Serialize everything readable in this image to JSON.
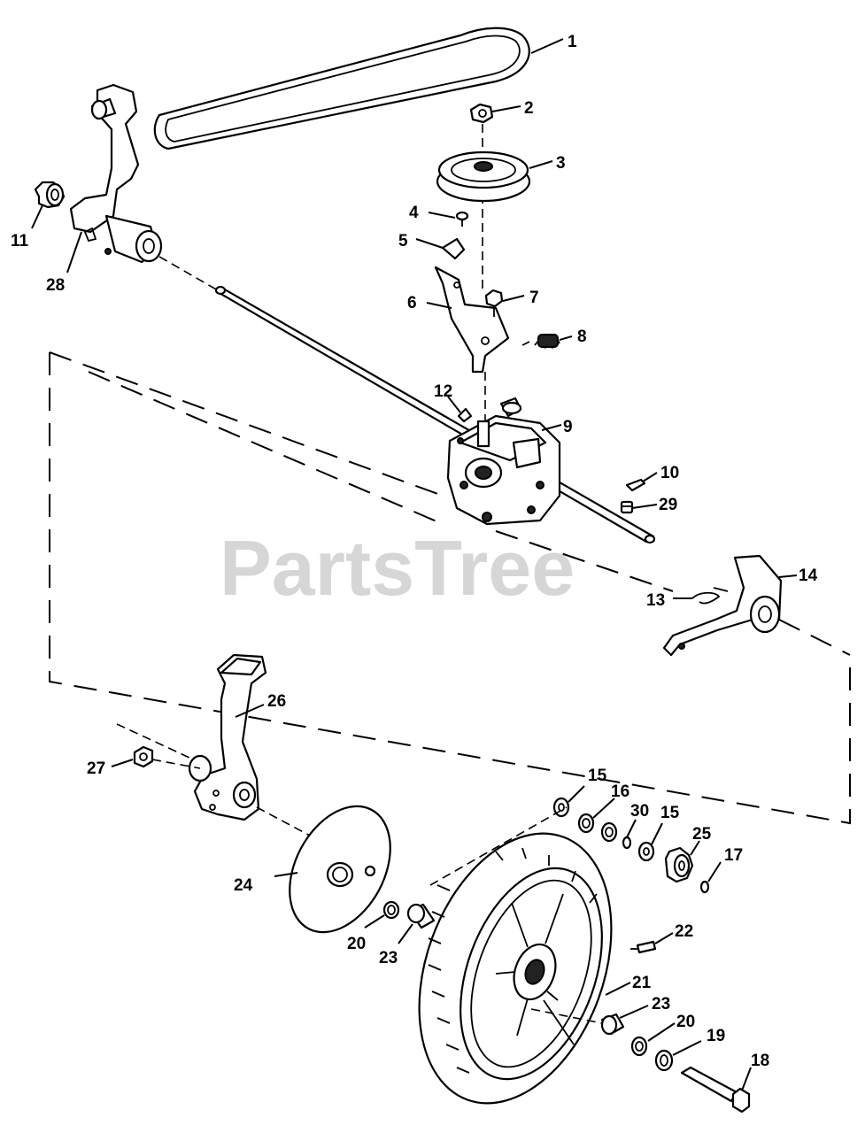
{
  "watermark": "PartsTree",
  "callouts": [
    {
      "id": "c1",
      "text": "1"
    },
    {
      "id": "c2",
      "text": "2"
    },
    {
      "id": "c3",
      "text": "3"
    },
    {
      "id": "c4",
      "text": "4"
    },
    {
      "id": "c5",
      "text": "5"
    },
    {
      "id": "c6",
      "text": "6"
    },
    {
      "id": "c7",
      "text": "7"
    },
    {
      "id": "c8",
      "text": "8"
    },
    {
      "id": "c9",
      "text": "9"
    },
    {
      "id": "c10",
      "text": "10"
    },
    {
      "id": "c11",
      "text": "11"
    },
    {
      "id": "c12",
      "text": "12"
    },
    {
      "id": "c13",
      "text": "13"
    },
    {
      "id": "c14",
      "text": "14"
    },
    {
      "id": "c15a",
      "text": "15"
    },
    {
      "id": "c15b",
      "text": "15"
    },
    {
      "id": "c16",
      "text": "16"
    },
    {
      "id": "c17",
      "text": "17"
    },
    {
      "id": "c18",
      "text": "18"
    },
    {
      "id": "c19",
      "text": "19"
    },
    {
      "id": "c20a",
      "text": "20"
    },
    {
      "id": "c20b",
      "text": "20"
    },
    {
      "id": "c21",
      "text": "21"
    },
    {
      "id": "c22",
      "text": "22"
    },
    {
      "id": "c23a",
      "text": "23"
    },
    {
      "id": "c23b",
      "text": "23"
    },
    {
      "id": "c24",
      "text": "24"
    },
    {
      "id": "c25",
      "text": "25"
    },
    {
      "id": "c26",
      "text": "26"
    },
    {
      "id": "c27",
      "text": "27"
    },
    {
      "id": "c28",
      "text": "28"
    },
    {
      "id": "c29",
      "text": "29"
    },
    {
      "id": "c30",
      "text": "30"
    }
  ]
}
